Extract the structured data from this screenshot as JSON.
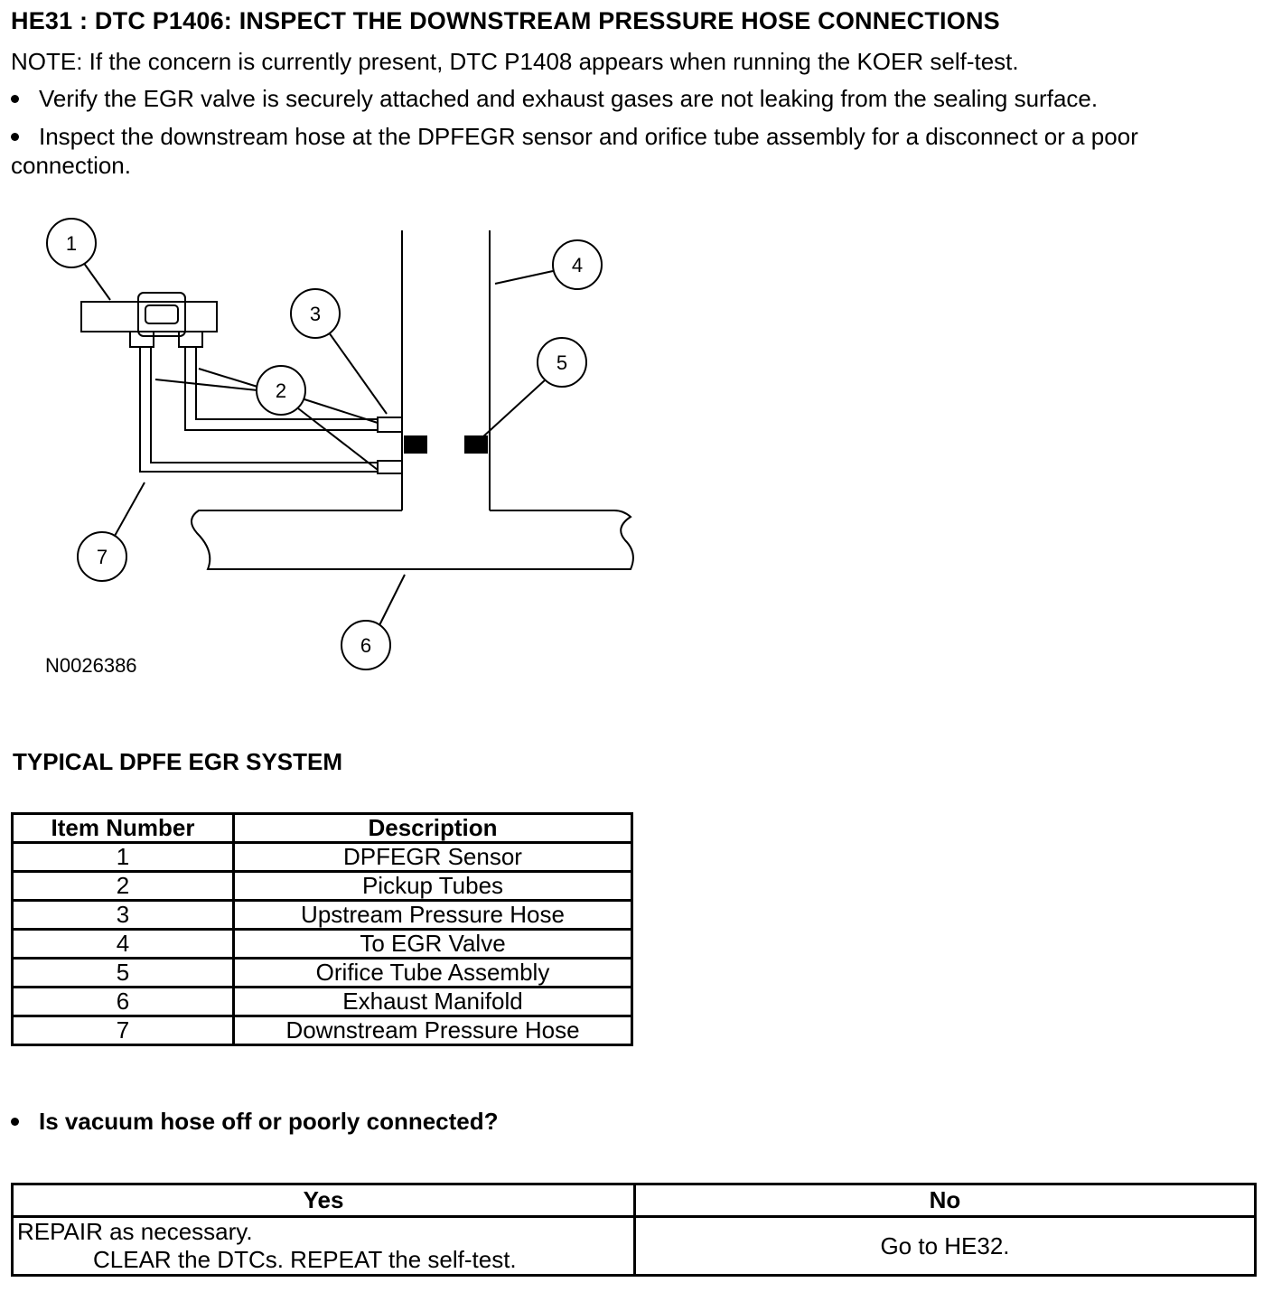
{
  "header": {
    "title": "HE31 : DTC P1406: INSPECT THE DOWNSTREAM PRESSURE HOSE CONNECTIONS",
    "note": "NOTE: If the concern is currently present, DTC P1408 appears when running the KOER self-test."
  },
  "steps": [
    "Verify the EGR valve is securely attached and exhaust gases are not leaking from the sealing surface.",
    "Inspect the downstream hose at the DPFEGR sensor and orifice tube assembly for a disconnect or a poor",
    "connection."
  ],
  "figure": {
    "callouts": [
      "1",
      "2",
      "3",
      "4",
      "5",
      "6",
      "7"
    ],
    "figure_id": "N0026386",
    "caption": "TYPICAL DPFE EGR SYSTEM"
  },
  "items_table": {
    "headers": [
      "Item Number",
      "Description"
    ],
    "rows": [
      [
        "1",
        "DPFEGR Sensor"
      ],
      [
        "2",
        "Pickup Tubes"
      ],
      [
        "3",
        "Upstream Pressure Hose"
      ],
      [
        "4",
        "To EGR Valve"
      ],
      [
        "5",
        "Orifice Tube Assembly"
      ],
      [
        "6",
        "Exhaust Manifold"
      ],
      [
        "7",
        "Downstream Pressure Hose"
      ]
    ]
  },
  "question": "Is vacuum hose off or poorly connected?",
  "decision_table": {
    "headers": [
      "Yes",
      "No"
    ],
    "yes_lines": [
      "REPAIR as necessary.",
      "CLEAR the DTCs. REPEAT the self-test."
    ],
    "no_text": "Go to HE32."
  }
}
